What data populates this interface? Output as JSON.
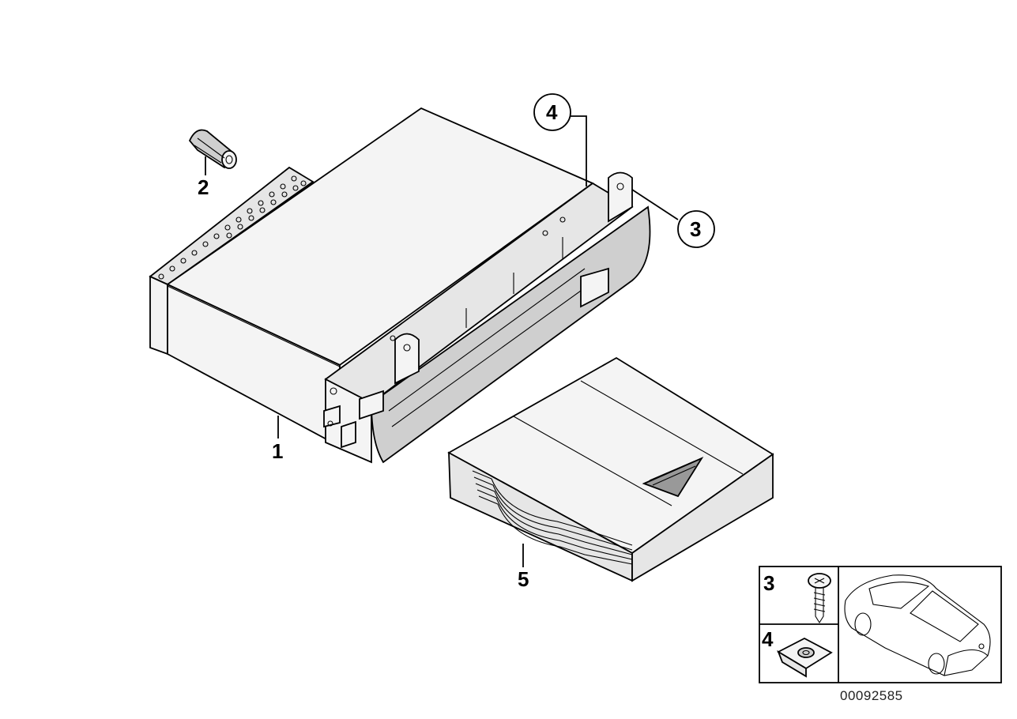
{
  "callouts": {
    "c1": "1",
    "c2": "2",
    "c3": "3",
    "c4": "4",
    "c5": "5"
  },
  "legend": {
    "item_3": "3",
    "item_4": "4"
  },
  "diagram_id": "00092585"
}
